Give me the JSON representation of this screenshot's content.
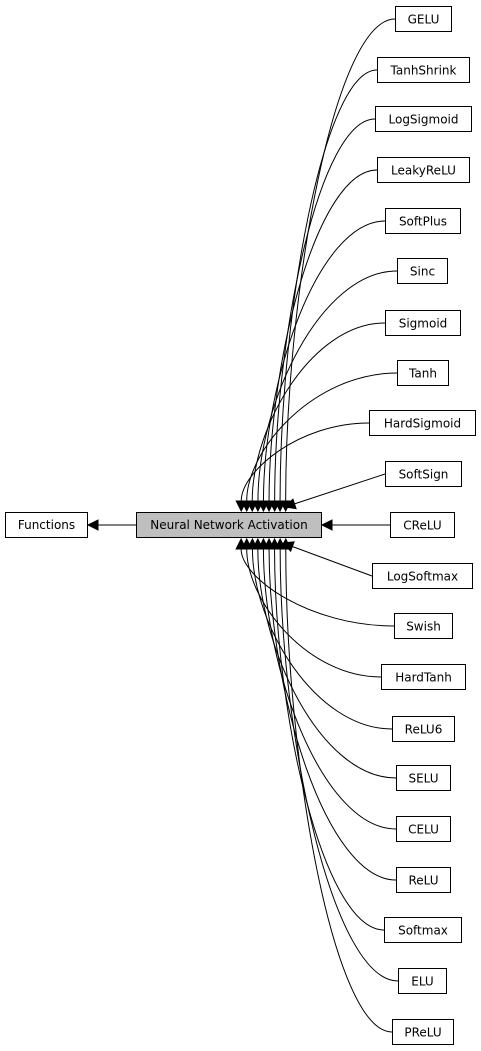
{
  "diagram": {
    "center": {
      "id": "nna",
      "label": "Neural Network Activation"
    },
    "parent": {
      "id": "functions",
      "label": "Functions"
    },
    "children": [
      {
        "id": "gelu",
        "label": "GELU"
      },
      {
        "id": "tanhshrink",
        "label": "TanhShrink"
      },
      {
        "id": "logsigmoid",
        "label": "LogSigmoid"
      },
      {
        "id": "leakyrelu",
        "label": "LeakyReLU"
      },
      {
        "id": "softplus",
        "label": "SoftPlus"
      },
      {
        "id": "sinc",
        "label": "Sinc"
      },
      {
        "id": "sigmoid",
        "label": "Sigmoid"
      },
      {
        "id": "tanh",
        "label": "Tanh"
      },
      {
        "id": "hardsigmoid",
        "label": "HardSigmoid"
      },
      {
        "id": "softsign",
        "label": "SoftSign"
      },
      {
        "id": "crelu",
        "label": "CReLU"
      },
      {
        "id": "logsoftmax",
        "label": "LogSoftmax"
      },
      {
        "id": "swish",
        "label": "Swish"
      },
      {
        "id": "hardtanh",
        "label": "HardTanh"
      },
      {
        "id": "relu6",
        "label": "ReLU6"
      },
      {
        "id": "selu",
        "label": "SELU"
      },
      {
        "id": "celu",
        "label": "CELU"
      },
      {
        "id": "relu",
        "label": "ReLU"
      },
      {
        "id": "softmax",
        "label": "Softmax"
      },
      {
        "id": "elu",
        "label": "ELU"
      },
      {
        "id": "prelu",
        "label": "PReLU"
      }
    ]
  }
}
